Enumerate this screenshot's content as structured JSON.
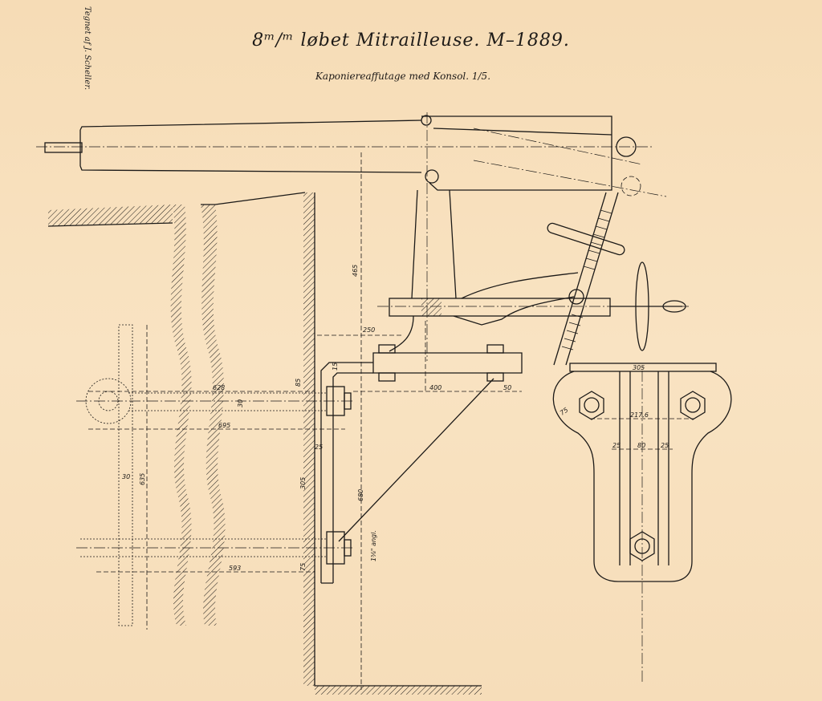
{
  "title": "8ᵐ/ᵐ løbet Mitrailleuse. M–1889.",
  "subtitle": "Kaponiereaffutage med Konsol.  1/5.",
  "author_note": "Tegnet af J. Scheller.",
  "dimensions": {
    "d465": "465",
    "d250": "250",
    "d15": "15",
    "d85": "85",
    "d400": "400",
    "d50": "50",
    "d628": "628",
    "d30": "30",
    "d695": "695",
    "d25a": "25",
    "d305a": "305",
    "d680": "680",
    "angle": "1⅝\" angl.",
    "d75a": "75",
    "d593": "593",
    "d635": "635",
    "d30b": "30",
    "d305b": "305",
    "d75b": "75",
    "d217": "217,6",
    "d25b": "25",
    "d80": "80",
    "d25c": "25"
  },
  "colors": {
    "paper": "#f7dfbc",
    "ink": "#1c1a18"
  }
}
